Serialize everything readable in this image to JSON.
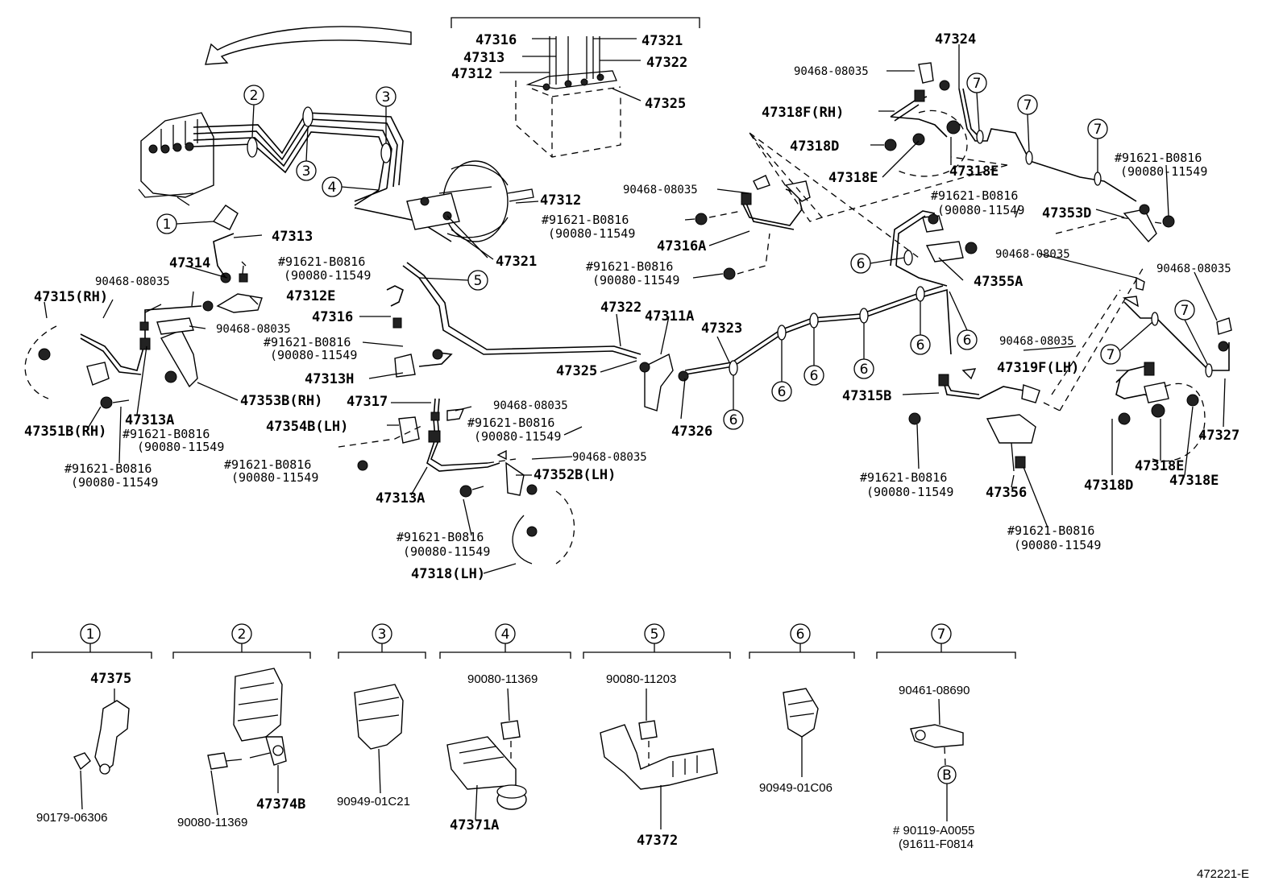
{
  "top_group": {
    "labels": [
      "47316",
      "47313",
      "47312",
      "47321",
      "47322",
      "47325"
    ]
  },
  "main_labels": {
    "p47312_mc": "47312",
    "p47321_mc": "47321",
    "p47313": "47313",
    "p47314": "47314",
    "p47315rh": "47315(RH)",
    "p90468_a": "90468-08035",
    "p91621_a": "#91621-B0816",
    "p90080_a": "(90080-11549",
    "p47312e": "47312E",
    "p47316": "47316",
    "p90468_b": "90468-08035",
    "p91621_b": "#91621-B0816",
    "p90080_b": "(90080-11549",
    "p47313h": "47313H",
    "p47353b": "47353B(RH)",
    "p47317": "47317",
    "p47351b": "47351B(RH)",
    "p47313a_r": "47313A",
    "p91621_c": "#91621-B0816",
    "p90080_c": "(90080-11549",
    "p91621_d": "#91621-B0816",
    "p90080_d": "(90080-11549",
    "p47354b": "47354B(LH)",
    "p91621_e": "#91621-B0816",
    "p90080_e": "(90080-11549",
    "p90468_c": "90468-08035",
    "p91621_f": "#91621-B0816",
    "p90080_f": "(90080-11549",
    "p90468_d": "90468-08035",
    "p47352b": "47352B(LH)",
    "p47313a_l": "47313A",
    "p91621_g": "#91621-B0816",
    "p90080_g": "(90080-11549",
    "p47318lh": "47318(LH)",
    "p47322": "47322",
    "p47311a": "47311A",
    "p47323": "47323",
    "p47325": "47325",
    "p47326": "47326",
    "p90468_e": "90468-08035",
    "p91621_h": "#91621-B0816",
    "p90080_h": "(90080-11549",
    "p47316a": "47316A",
    "p91621_i": "#91621-B0816",
    "p90080_i": "(90080-11549",
    "p90468_f": "90468-08035",
    "p47324": "47324",
    "p47318frh": "47318F(RH)",
    "p47318d_t": "47318D",
    "p47318e_t1": "47318E",
    "p47318e_t2": "47318E",
    "p91621_j": "#91621-B0816",
    "p90080_j": "(90080-11549",
    "p91621_k": "#91621-B0816",
    "p90080_k": "(90080-11549",
    "p47353d": "47353D",
    "p47355a": "47355A",
    "p90468_g": "90468-08035",
    "p90468_h": "90468-08035",
    "p90468_i": "90468-08035",
    "p47319flh": "47319F(LH)",
    "p47315b": "47315B",
    "p91621_l": "#91621-B0816",
    "p90080_l": "(90080-11549",
    "p47356": "47356",
    "p91621_m": "#91621-B0816",
    "p90080_m": "(90080-11549",
    "p47318d_b": "47318D",
    "p47318e_b1": "47318E",
    "p47318e_b2": "47318E",
    "p47327": "47327"
  },
  "callouts": [
    "1",
    "2",
    "3",
    "4",
    "5",
    "6",
    "7"
  ],
  "legend": [
    {
      "num": "1",
      "parts": [
        "47375",
        "90179-06306"
      ]
    },
    {
      "num": "2",
      "parts": [
        "47374B",
        "90080-11369"
      ]
    },
    {
      "num": "3",
      "parts": [
        "90949-01C21"
      ]
    },
    {
      "num": "4",
      "parts": [
        "90080-11369",
        "47371A"
      ]
    },
    {
      "num": "5",
      "parts": [
        "90080-11203",
        "47372"
      ]
    },
    {
      "num": "6",
      "parts": [
        "90949-01C06"
      ]
    },
    {
      "num": "7",
      "parts": [
        "90461-08690",
        "B",
        "# 90119-A0055",
        "(91611-F0814"
      ]
    }
  ],
  "figure_code": "472221-E"
}
